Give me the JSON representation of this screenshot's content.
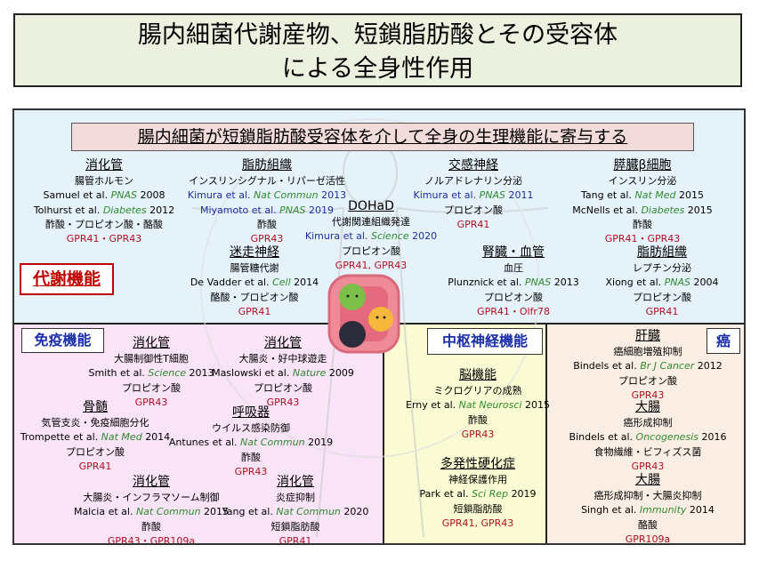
{
  "title": {
    "line1": "腸内細菌代謝産物、短鎖脂肪酸とその受容体",
    "line2": "による全身性作用"
  },
  "subtitle": "腸内細菌が短鎖脂肪酸受容体を介して全身の生理機能に寄与する",
  "colors": {
    "title_bg": "#ebf1de",
    "metabolic_bg": "#e6f2fa",
    "immune_bg": "#f9e3f6",
    "cns_bg": "#fbfbd3",
    "cancer_bg": "#faeee4",
    "receptor": "#b01020",
    "journal": "#2e8b2e",
    "author_blue": "#1c2ea0"
  },
  "categories": {
    "metabolic": "代謝機能",
    "immune": "免疫機能",
    "cns": "中枢神経機能",
    "cancer": "癌"
  },
  "blocks": [
    {
      "id": "m-gut",
      "heading": "消化管",
      "effect": "腸管ホルモン",
      "refs": [
        {
          "author": "Samuel et al.",
          "journal": "PNAS",
          "year": "2008",
          "blue": false
        },
        {
          "author": "Tolhurst et al.",
          "journal": "Diabetes",
          "year": "2012",
          "blue": false
        }
      ],
      "scfa": "酢酸・プロピオン酸・酪酸",
      "receptor": "GPR41・GPR43"
    },
    {
      "id": "m-fat",
      "heading": "脂肪組織",
      "effect": "インスリンシグナル・リパーゼ活性",
      "refs": [
        {
          "author": "Kimura et al.",
          "journal": "Nat Commun",
          "year": "2013",
          "blue": true
        },
        {
          "author": "Miyamoto et al.",
          "journal": "PNAS",
          "year": "2019",
          "blue": true
        }
      ],
      "scfa": "酢酸",
      "receptor": "GPR43"
    },
    {
      "id": "m-dohad",
      "heading": "DOHaD",
      "effect": "代謝関連組織発達",
      "refs": [
        {
          "author": "Kimura et al.",
          "journal": "Science",
          "year": "2020",
          "blue": true
        }
      ],
      "scfa": "プロピオン酸",
      "receptor": "GPR41, GPR43"
    },
    {
      "id": "m-sympathetic",
      "heading": "交感神経",
      "effect": "ノルアドレナリン分泌",
      "refs": [
        {
          "author": "Kimura et al.",
          "journal": "PNAS",
          "year": "2011",
          "blue": true
        }
      ],
      "scfa": "プロピオン酸",
      "receptor": "GPR41"
    },
    {
      "id": "m-pancreas",
      "heading": "膵臓β細胞",
      "effect": "インスリン分泌",
      "refs": [
        {
          "author": "Tang et al.",
          "journal": "Nat Med",
          "year": "2015",
          "blue": false
        },
        {
          "author": "McNells et al.",
          "journal": "Diabetes",
          "year": "2015",
          "blue": false
        }
      ],
      "scfa": "酢酸",
      "receptor": "GPR41・GPR43"
    },
    {
      "id": "m-vagus",
      "heading": "迷走神経",
      "effect": "腸管糖代謝",
      "refs": [
        {
          "author": "De Vadder et al.",
          "journal": "Cell",
          "year": "2014",
          "blue": false
        }
      ],
      "scfa": "酪酸・プロピオン酸",
      "receptor": "GPR41"
    },
    {
      "id": "m-kidney",
      "heading": "腎臓・血管",
      "effect": "血圧",
      "refs": [
        {
          "author": "Plunznick et al.",
          "journal": "PNAS",
          "year": "2013",
          "blue": false
        }
      ],
      "scfa": "プロピオン酸",
      "receptor": "GPR41・Olfr78"
    },
    {
      "id": "m-fat2",
      "heading": "脂肪組織",
      "effect": "レプチン分泌",
      "refs": [
        {
          "author": "Xiong et al.",
          "journal": "PNAS",
          "year": "2004",
          "blue": false
        }
      ],
      "scfa": "プロピオン酸",
      "receptor": "GPR41"
    },
    {
      "id": "i-gut1",
      "heading": "消化管",
      "effect": "大腸制御性T細胞",
      "refs": [
        {
          "author": "Smith et al.",
          "journal": "Science",
          "year": "2013",
          "blue": false
        }
      ],
      "scfa": "プロピオン酸",
      "receptor": "GPR43"
    },
    {
      "id": "i-gut2",
      "heading": "消化管",
      "effect": "大腸炎・好中球遊走",
      "refs": [
        {
          "author": "Maslowski et al.",
          "journal": "Nature",
          "year": "2009",
          "blue": false
        }
      ],
      "scfa": "プロピオン酸",
      "receptor": "GPR43"
    },
    {
      "id": "i-marrow",
      "heading": "骨髄",
      "effect": "気管支炎・免疫細胞分化",
      "refs": [
        {
          "author": "Trompette et al.",
          "journal": "Nat Med",
          "year": "2014",
          "blue": false
        }
      ],
      "scfa": "プロピオン酸",
      "receptor": "GPR41"
    },
    {
      "id": "i-resp",
      "heading": "呼吸器",
      "effect": "ウイルス感染防御",
      "refs": [
        {
          "author": "Antunes et al.",
          "journal": "Nat Commun",
          "year": "2019",
          "blue": false
        }
      ],
      "scfa": "酢酸",
      "receptor": "GPR43"
    },
    {
      "id": "i-gut3",
      "heading": "消化管",
      "effect": "大腸炎・インフラマソーム制御",
      "refs": [
        {
          "author": "Malcia et al.",
          "journal": "Nat Commun",
          "year": "2015",
          "blue": false
        }
      ],
      "scfa": "酢酸",
      "receptor": "GPR43・GPR109a"
    },
    {
      "id": "i-gut4",
      "heading": "消化管",
      "effect": "炎症抑制",
      "refs": [
        {
          "author": "Yang et al.",
          "journal": "Nat Commun",
          "year": "2020",
          "blue": false
        }
      ],
      "scfa": "短鎖脂肪酸",
      "receptor": "GPR41"
    },
    {
      "id": "n-brain",
      "heading": "脳機能",
      "effect": "ミクログリアの成熟",
      "refs": [
        {
          "author": "Erny et al.",
          "journal": "Nat Neurosci",
          "year": "2015",
          "blue": false
        }
      ],
      "scfa": "酢酸",
      "receptor": "GPR43"
    },
    {
      "id": "n-ms",
      "heading": "多発性硬化症",
      "effect": "神経保護作用",
      "refs": [
        {
          "author": "Park et al.",
          "journal": "Sci Rep",
          "year": "2019",
          "blue": false
        }
      ],
      "scfa": "短鎖脂肪酸",
      "receptor": "GPR41, GPR43"
    },
    {
      "id": "c-liver",
      "heading": "肝臓",
      "effect": "癌細胞増殖抑制",
      "refs": [
        {
          "author": "Bindels et al.",
          "journal": "Br J Cancer",
          "year": "2012",
          "blue": false
        }
      ],
      "scfa": "プロピオン酸",
      "receptor": "GPR43"
    },
    {
      "id": "c-colon1",
      "heading": "大腸",
      "effect": "癌形成抑制",
      "refs": [
        {
          "author": "Bindels et al.",
          "journal": "Oncogenesis",
          "year": "2016",
          "blue": false
        }
      ],
      "scfa": "食物繊維・ビフィズス菌",
      "receptor": "GPR43"
    },
    {
      "id": "c-colon2",
      "heading": "大腸",
      "effect": "癌形成抑制・大腸炎抑制",
      "refs": [
        {
          "author": "Singh et al.",
          "journal": "Immunity",
          "year": "2014",
          "blue": false
        }
      ],
      "scfa": "酪酸",
      "receptor": "GPR109a"
    }
  ]
}
